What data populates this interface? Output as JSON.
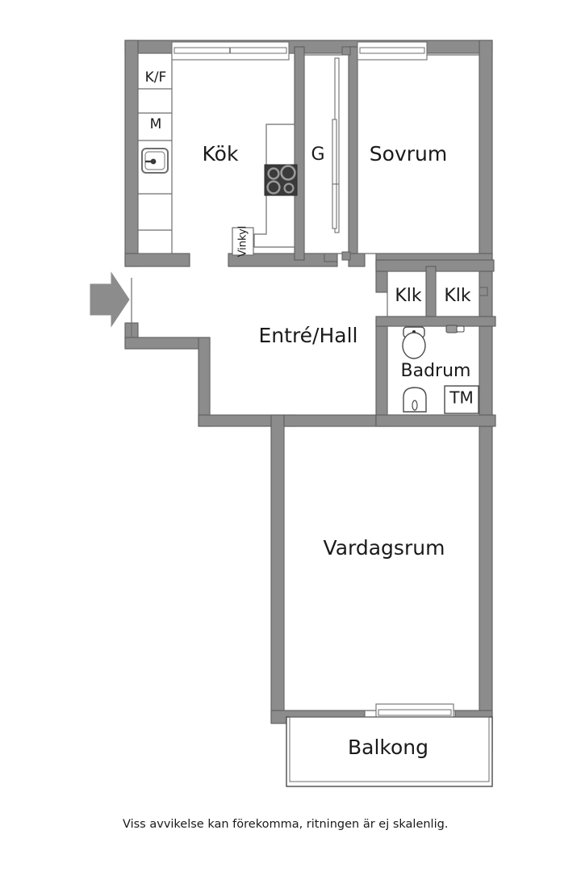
{
  "document": {
    "type": "floor-plan",
    "language": "sv",
    "footnote": "Viss avvikelse kan förekomma, ritningen är ej skalenlig."
  },
  "colors": {
    "wall_fill": "#8c8c8c",
    "wall_stroke": "#5e5e5e",
    "background": "#ffffff",
    "interior_line": "#6e6e6e",
    "text": "#1a1a1a",
    "stove_fill": "#3a3a3a",
    "entry_arrow": "#8c8c8c"
  },
  "rooms": [
    {
      "id": "kok",
      "label": "Kök",
      "size": "big"
    },
    {
      "id": "sovrum",
      "label": "Sovrum",
      "size": "big"
    },
    {
      "id": "entre_hall",
      "label": "Entré/Hall",
      "size": "big"
    },
    {
      "id": "vardagsrum",
      "label": "Vardagsrum",
      "size": "big"
    },
    {
      "id": "badrum",
      "label": "Badrum",
      "size": "mid"
    },
    {
      "id": "balkong",
      "label": "Balkong",
      "size": "big"
    },
    {
      "id": "klk_left",
      "label": "Klk",
      "size": "mid"
    },
    {
      "id": "klk_right",
      "label": "Klk",
      "size": "mid"
    },
    {
      "id": "garderob",
      "label": "G",
      "size": "mid"
    }
  ],
  "fixtures": [
    {
      "id": "fridge_freezer",
      "label": "K/F",
      "description": "fridge-freezer-cabinet"
    },
    {
      "id": "microwave",
      "label": "M",
      "description": "microwave-cabinet"
    },
    {
      "id": "wine_cooler",
      "label": "Vinkyl",
      "description": "wine-cooler-cabinet",
      "rotated": true
    },
    {
      "id": "washing_machine",
      "label": "TM",
      "description": "washing-machine"
    },
    {
      "id": "sink",
      "label": "",
      "description": "kitchen-sink-icon"
    },
    {
      "id": "stove",
      "label": "",
      "description": "stove-four-burner-icon"
    },
    {
      "id": "toilet",
      "label": "",
      "description": "toilet-icon"
    },
    {
      "id": "washbasin",
      "label": "",
      "description": "washbasin-icon"
    },
    {
      "id": "faucet",
      "label": "",
      "description": "wall-faucet-icon"
    }
  ],
  "markers": {
    "entry_arrow_label": "entrance-direction-arrow"
  }
}
